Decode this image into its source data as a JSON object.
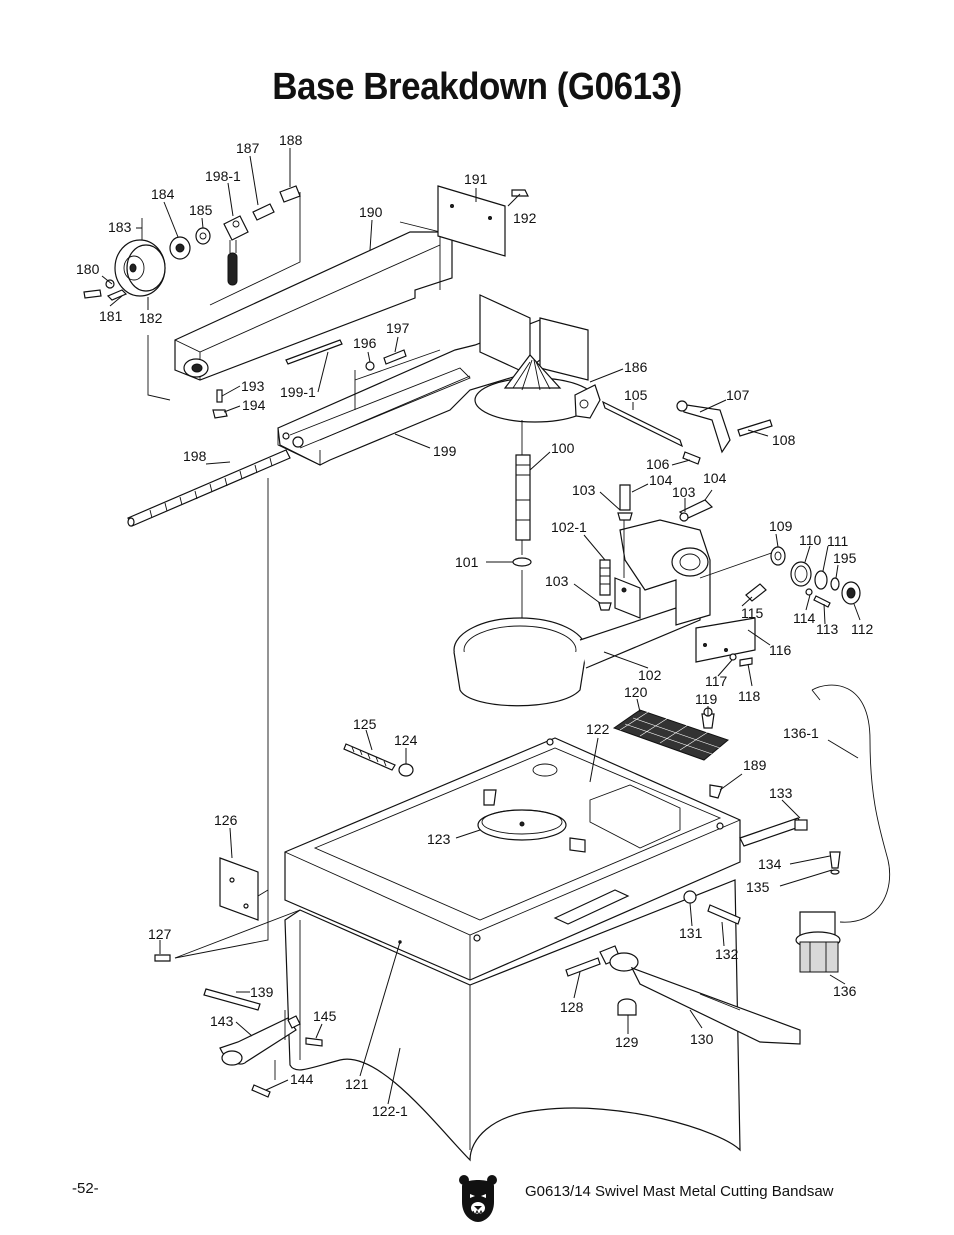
{
  "page": {
    "title": "Base Breakdown (G0613)",
    "page_number": "-52-",
    "footer_text": "G0613/14 Swivel Mast Metal Cutting Bandsaw",
    "logo_icon": "bear-logo-icon"
  },
  "parts": [
    {
      "id": "188",
      "label": "188"
    },
    {
      "id": "187",
      "label": "187"
    },
    {
      "id": "198-1",
      "label": "198-1"
    },
    {
      "id": "184",
      "label": "184"
    },
    {
      "id": "185",
      "label": "185"
    },
    {
      "id": "183",
      "label": "183"
    },
    {
      "id": "180",
      "label": "180"
    },
    {
      "id": "181",
      "label": "181"
    },
    {
      "id": "182",
      "label": "182"
    },
    {
      "id": "190",
      "label": "190"
    },
    {
      "id": "191",
      "label": "191"
    },
    {
      "id": "192",
      "label": "192"
    },
    {
      "id": "197",
      "label": "197"
    },
    {
      "id": "196",
      "label": "196"
    },
    {
      "id": "193",
      "label": "193"
    },
    {
      "id": "194",
      "label": "194"
    },
    {
      "id": "199-1",
      "label": "199-1"
    },
    {
      "id": "186",
      "label": "186"
    },
    {
      "id": "105",
      "label": "105"
    },
    {
      "id": "107",
      "label": "107"
    },
    {
      "id": "108",
      "label": "108"
    },
    {
      "id": "198",
      "label": "198"
    },
    {
      "id": "199",
      "label": "199"
    },
    {
      "id": "100",
      "label": "100"
    },
    {
      "id": "106",
      "label": "106"
    },
    {
      "id": "104a",
      "label": "104"
    },
    {
      "id": "103a",
      "label": "103"
    },
    {
      "id": "103b",
      "label": "103"
    },
    {
      "id": "104b",
      "label": "104"
    },
    {
      "id": "102-1",
      "label": "102-1"
    },
    {
      "id": "109",
      "label": "109"
    },
    {
      "id": "110",
      "label": "110"
    },
    {
      "id": "111",
      "label": "111"
    },
    {
      "id": "195",
      "label": "195"
    },
    {
      "id": "101",
      "label": "101"
    },
    {
      "id": "103c",
      "label": "103"
    },
    {
      "id": "115",
      "label": "115"
    },
    {
      "id": "114",
      "label": "114"
    },
    {
      "id": "113",
      "label": "113"
    },
    {
      "id": "112",
      "label": "112"
    },
    {
      "id": "116",
      "label": "116"
    },
    {
      "id": "102",
      "label": "102"
    },
    {
      "id": "117",
      "label": "117"
    },
    {
      "id": "118",
      "label": "118"
    },
    {
      "id": "120",
      "label": "120"
    },
    {
      "id": "119",
      "label": "119"
    },
    {
      "id": "136-1",
      "label": "136-1"
    },
    {
      "id": "125",
      "label": "125"
    },
    {
      "id": "124",
      "label": "124"
    },
    {
      "id": "122",
      "label": "122"
    },
    {
      "id": "189",
      "label": "189"
    },
    {
      "id": "133",
      "label": "133"
    },
    {
      "id": "126",
      "label": "126"
    },
    {
      "id": "123",
      "label": "123"
    },
    {
      "id": "134",
      "label": "134"
    },
    {
      "id": "135",
      "label": "135"
    },
    {
      "id": "127",
      "label": "127"
    },
    {
      "id": "131",
      "label": "131"
    },
    {
      "id": "132",
      "label": "132"
    },
    {
      "id": "136",
      "label": "136"
    },
    {
      "id": "139",
      "label": "139"
    },
    {
      "id": "143",
      "label": "143"
    },
    {
      "id": "145",
      "label": "145"
    },
    {
      "id": "128",
      "label": "128"
    },
    {
      "id": "129",
      "label": "129"
    },
    {
      "id": "130",
      "label": "130"
    },
    {
      "id": "144",
      "label": "144"
    },
    {
      "id": "121",
      "label": "121"
    },
    {
      "id": "122-1",
      "label": "122-1"
    }
  ]
}
